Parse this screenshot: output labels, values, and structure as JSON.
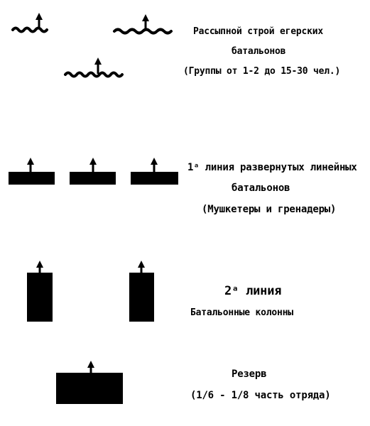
{
  "colors": {
    "ink": "#000000",
    "paper": "#ffffff"
  },
  "sections": [
    {
      "formation": "skirmish-line",
      "lines": [
        "Рассыпной строй егерских",
        "батальонов",
        "(Группы от 1-2 до 15-30 чел.)"
      ]
    },
    {
      "formation": "deployed-line",
      "lines": [
        "1ᵃ линия развернутых линейных",
        "батальонов",
        "(Мушкетеры и гренадеры)"
      ]
    },
    {
      "formation": "battalion-columns",
      "lines": [
        "2ᵃ линия",
        "Батальонные колонны"
      ]
    },
    {
      "formation": "reserve",
      "lines": [
        "Резерв",
        "(1/6 - 1/8 часть отряда)"
      ]
    }
  ]
}
